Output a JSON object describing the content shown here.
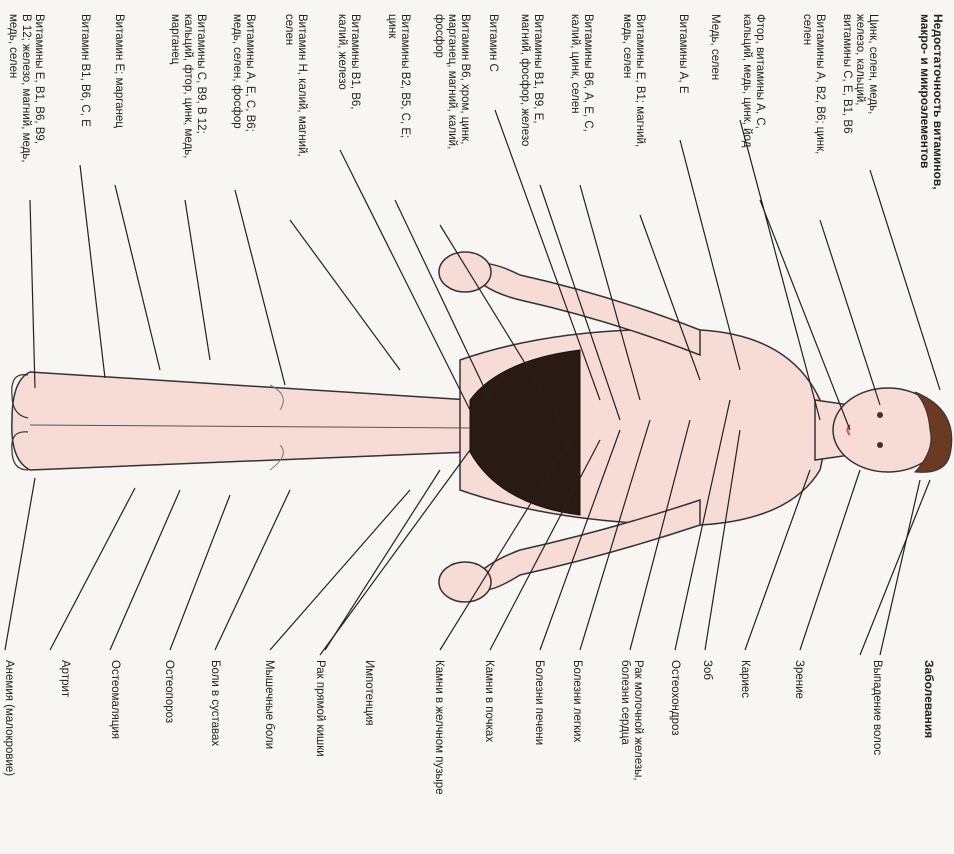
{
  "heading_left": "Недостаточность витаминов,\nмакро- и микроэлементов",
  "heading_right": "Заболевания",
  "deficiencies": [
    "Цинк, селен, медь,\nжелезо, кальций,\nвитамины С, Е, В1, В6",
    "Витамины А, В2, В6; цинк,\nселен",
    "Фтор, витамины А, С,\nкальций, медь, цинк, йод",
    "Медь, селен",
    "Витамины А, Е",
    "Витамины Е, В1; магний,\nмедь, селен",
    "Витамины В6, А, Е, С,\nкалий, цинк, селен",
    "Витамины В1, В9, Е,\nмагний, фосфор, железо",
    "Витамин С",
    "Витамин В6, хром, цинк,\nмарганец, магний, калий,\nфосфор",
    "Витамины В2, В5, С, Е;\nцинк",
    "Витамины В1, В6,\nкалий, железо",
    "Витамин Н, калий, магний,\nселен",
    "Витамины А, Е, С, В6;\nмедь, селен, фосфор",
    "Витамины С, В9, В 12;\nкальций, фтор, цинк, медь,\nмарганец",
    "Витамин Е; марганец",
    "Витамин В1, В6, С, Е",
    "Витамины Е, В1, В6, В9,\nВ 12; железо, магний, медь,\nмедь, селен"
  ],
  "diseases": [
    "Выпадение волос",
    "Зрение",
    "Кариес",
    "Зоб",
    "Остеохондроз",
    "Рак молочной железы,\nболезни сердца",
    "Болезни легких",
    "Болезни печени",
    "Камни в почках",
    "Камни в желчном пузыре",
    "Импотенция",
    "Рак прямой кишки",
    "Мышечные боли",
    "Боли в суставах",
    "Остеопороз",
    "Остеомаляция",
    "Артрит",
    "Анемия (малокровие)"
  ]
}
